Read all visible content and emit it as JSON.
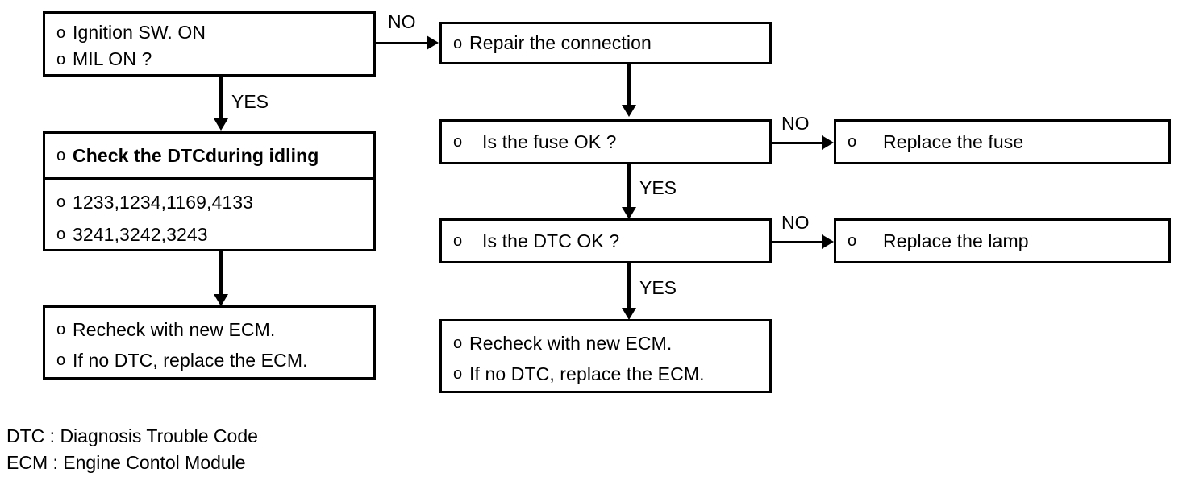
{
  "diagram": {
    "title": "MIL / DTC diagnostic flowchart",
    "bullet_glyph": "o",
    "colors": {
      "line": "#000000",
      "background": "#ffffff",
      "text": "#000000"
    },
    "nodes": {
      "ignition": {
        "id": "ignition-mil-check",
        "lines": [
          "Ignition SW. ON",
          "MIL  ON ?"
        ]
      },
      "repair_connection": {
        "id": "repair-the-connection",
        "lines": [
          "Repair the connection"
        ]
      },
      "check_dtc": {
        "id": "check-dtc-during-idling",
        "header": "Check the DTCduring idling",
        "codes": [
          "1233,1234,1169,4133",
          "3241,3242,3243"
        ]
      },
      "fuse_ok": {
        "id": "is-the-fuse-ok",
        "lines": [
          "Is the fuse OK ?"
        ]
      },
      "replace_fuse": {
        "id": "replace-the-fuse",
        "lines": [
          "Replace the fuse"
        ]
      },
      "dtc_ok": {
        "id": "is-the-dtc-ok",
        "lines": [
          "Is the DTC OK ?"
        ]
      },
      "replace_lamp": {
        "id": "replace-the-lamp",
        "lines": [
          "Replace the lamp"
        ]
      },
      "recheck_left": {
        "id": "recheck-with-new-ecm-left",
        "lines": [
          "Recheck with new ECM.",
          "If no DTC, replace the ECM."
        ]
      },
      "recheck_right": {
        "id": "recheck-with-new-ecm-right",
        "lines": [
          "Recheck with new ECM.",
          "If no DTC, replace the ECM."
        ]
      }
    },
    "edge_labels": {
      "ignition_no": "NO",
      "ignition_yes": "YES",
      "fuse_no": "NO",
      "fuse_yes": "YES",
      "dtc_no": "NO",
      "dtc_yes": "YES"
    },
    "legend": [
      "DTC : Diagnosis Trouble Code",
      "ECM : Engine Contol Module"
    ]
  }
}
